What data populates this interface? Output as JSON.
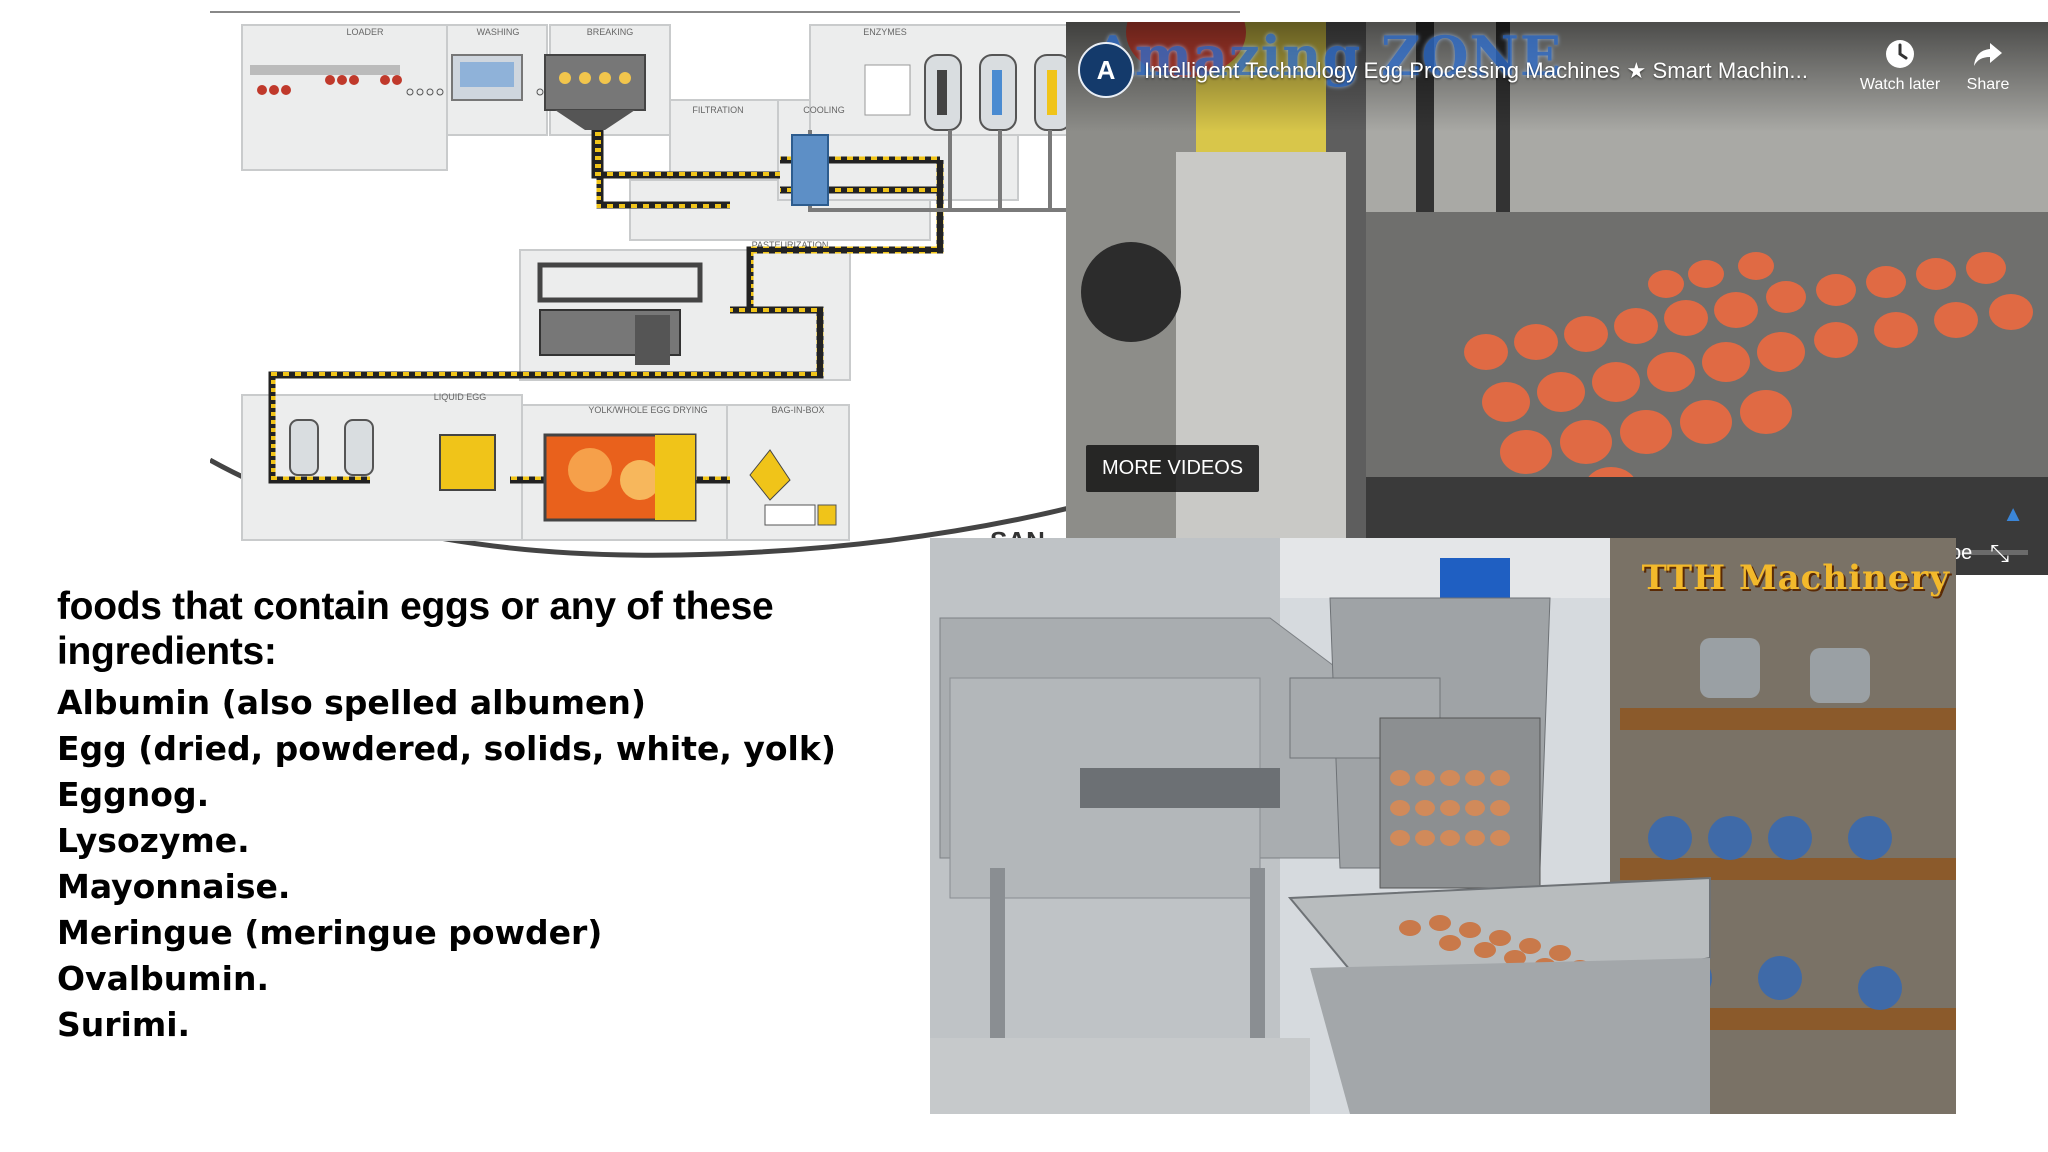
{
  "diagram": {
    "stations": {
      "loader": "LOADER",
      "washing": "WASHING",
      "breaking": "BREAKING",
      "enzymes": "ENZYMES",
      "filtration": "FILTRATION",
      "cooling": "COOLING",
      "pasteurization": "PASTEURIZATION",
      "liquid_egg": "LIQUID EGG",
      "drying": "YOLK/WHOLE EGG DRYING",
      "bag_in_box": "BAG-IN-BOX"
    },
    "partial_logo": "SAN"
  },
  "video": {
    "title": "Intelligent Technology Egg Processing Machines ★ Smart Machin...",
    "channel_wordmark": "Amazing ZONE",
    "watch_later_label": "Watch later",
    "share_label": "Share",
    "more_videos_label": "MORE VIDEOS",
    "progress": {
      "played": 0.04,
      "buffered": 0.115
    },
    "partial_label": "be",
    "icons": {
      "watch_later": "clock-icon",
      "share": "share-arrow-icon",
      "exit_fullscreen": "exit-fullscreen-icon"
    }
  },
  "photo": {
    "watermark": "TTH Machinery"
  },
  "text_block": {
    "heading": "foods that contain eggs or any of these ingredients:",
    "items": [
      "Albumin (also spelled albumen)",
      "Egg (dried, powdered, solids, white, yolk)",
      "Eggnog.",
      "Lysozyme.",
      "Mayonnaise.",
      "Meringue (meringue powder)",
      "Ovalbumin.",
      "Surimi."
    ]
  },
  "colors": {
    "accent_red": "#e62117",
    "watermark_gold": "#f3b92b",
    "pipe_yellow": "#f0c419"
  }
}
